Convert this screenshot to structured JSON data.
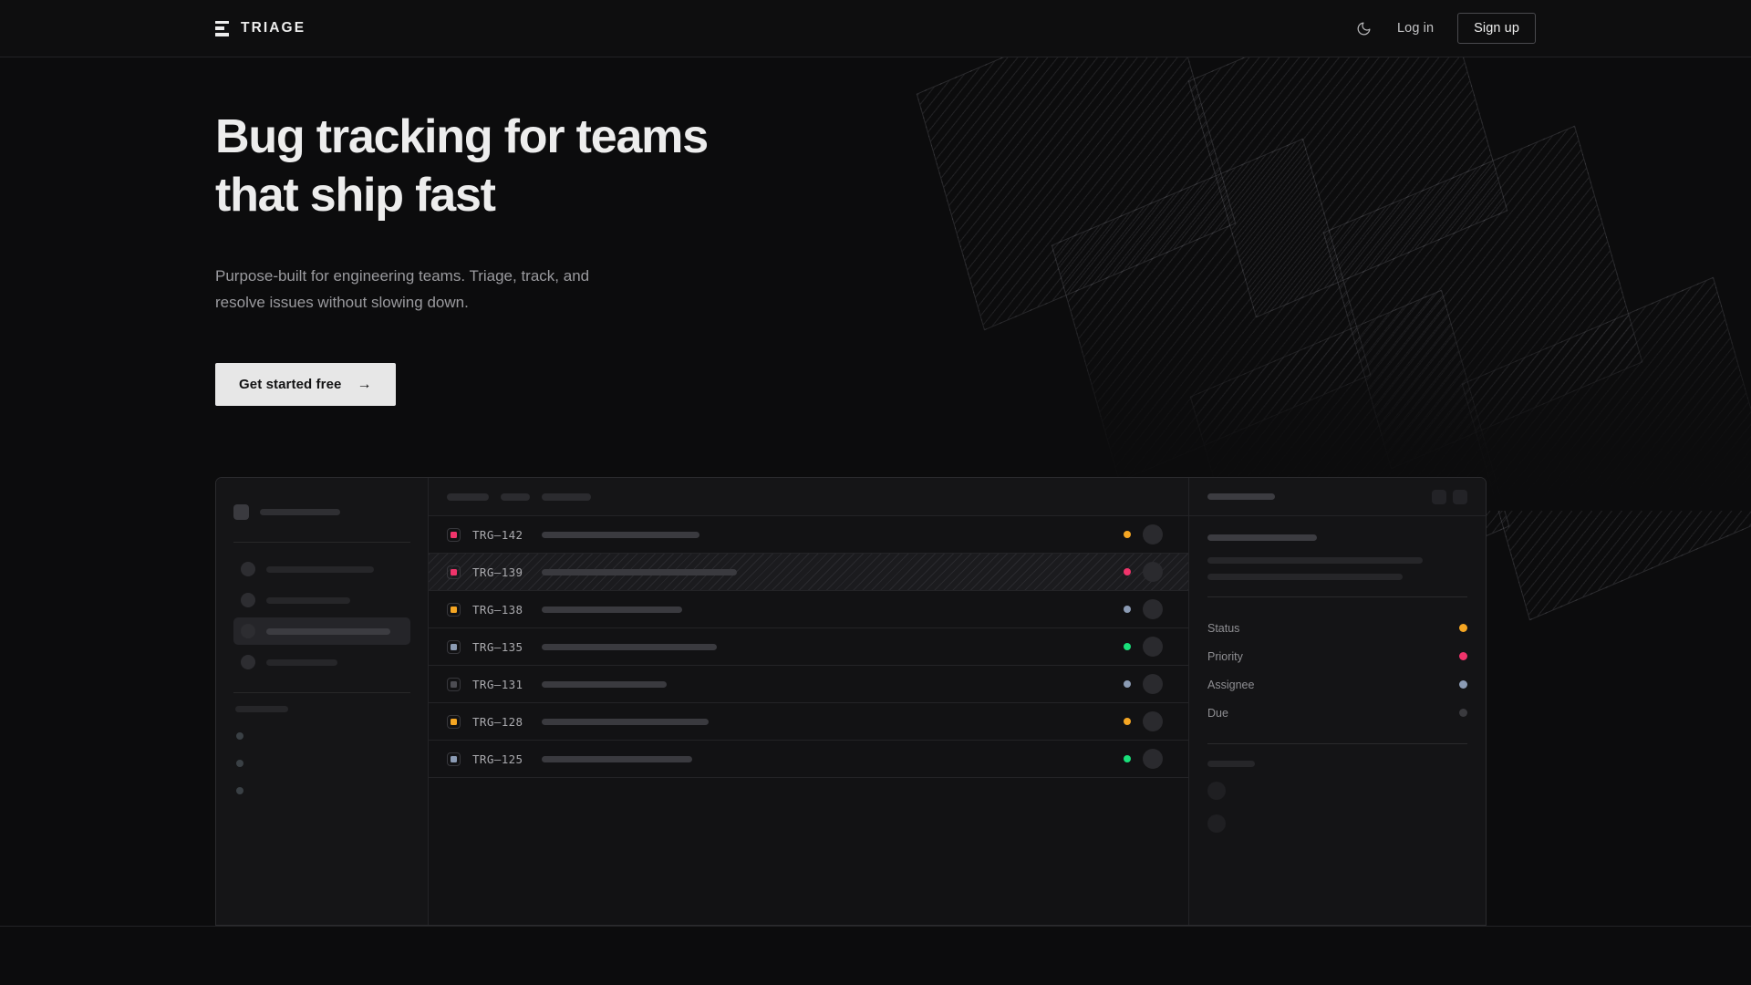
{
  "brand": {
    "name": "TRIAGE",
    "logo_icon": "stacked-bars-icon"
  },
  "nav": {
    "theme_toggle_icon": "moon-icon",
    "login_label": "Log in",
    "signup_label": "Sign up"
  },
  "hero": {
    "headline": "Bug tracking for teams\nthat ship fast",
    "subheadline": "Purpose-built for engineering teams. Triage, track, and\nresolve issues without slowing down.",
    "cta_label": "Get started free",
    "cta_arrow": "→"
  },
  "colors": {
    "page_bg": "#0c0c0d",
    "nav_bg": "#0e0e0f",
    "card_bg": "#161618",
    "border": "#2b2b2e",
    "text_primary": "#ededed",
    "text_muted": "#9a9a9e",
    "cta_bg": "#e7e7e7",
    "priority_high": "#f0346b",
    "priority_medium": "#f5a623",
    "priority_low": "#8b9bb4",
    "priority_none": "#4c4c52",
    "status_orange": "#f5a623",
    "status_pink": "#f0346b",
    "status_blue": "#8b9bb4",
    "status_green": "#19e07a",
    "status_empty": "#3a3a3e"
  },
  "mock_sidebar": {
    "nav_item_count": 4,
    "active_nav_index": 2,
    "dot_count": 3
  },
  "mock_toolbar": {
    "pill_widths": [
      46,
      32,
      54
    ]
  },
  "issues": [
    {
      "id": "TRG–142",
      "priority": "high",
      "priority_color": "#f0346b",
      "status_color": "#f5a623",
      "title_width": 173,
      "selected": false
    },
    {
      "id": "TRG–139",
      "priority": "high",
      "priority_color": "#f0346b",
      "status_color": "#f0346b",
      "title_width": 214,
      "selected": true
    },
    {
      "id": "TRG–138",
      "priority": "medium",
      "priority_color": "#f5a623",
      "status_color": "#8b9bb4",
      "title_width": 154,
      "selected": false
    },
    {
      "id": "TRG–135",
      "priority": "low",
      "priority_color": "#8b9bb4",
      "status_color": "#19e07a",
      "title_width": 192,
      "selected": false
    },
    {
      "id": "TRG–131",
      "priority": "none",
      "priority_color": "#4c4c52",
      "status_color": "#8b9bb4",
      "title_width": 137,
      "selected": false
    },
    {
      "id": "TRG–128",
      "priority": "medium",
      "priority_color": "#f5a623",
      "status_color": "#f5a623",
      "title_width": 183,
      "selected": false
    },
    {
      "id": "TRG–125",
      "priority": "low",
      "priority_color": "#8b9bb4",
      "status_color": "#19e07a",
      "title_width": 165,
      "selected": false
    }
  ],
  "detail_panel": {
    "header_button_count": 2,
    "meta": [
      {
        "label": "Status",
        "dot_color": "#f5a623"
      },
      {
        "label": "Priority",
        "dot_color": "#f0346b"
      },
      {
        "label": "Assignee",
        "dot_color": "#8b9bb4"
      },
      {
        "label": "Due",
        "dot_color": "#3a3a3e"
      }
    ]
  }
}
